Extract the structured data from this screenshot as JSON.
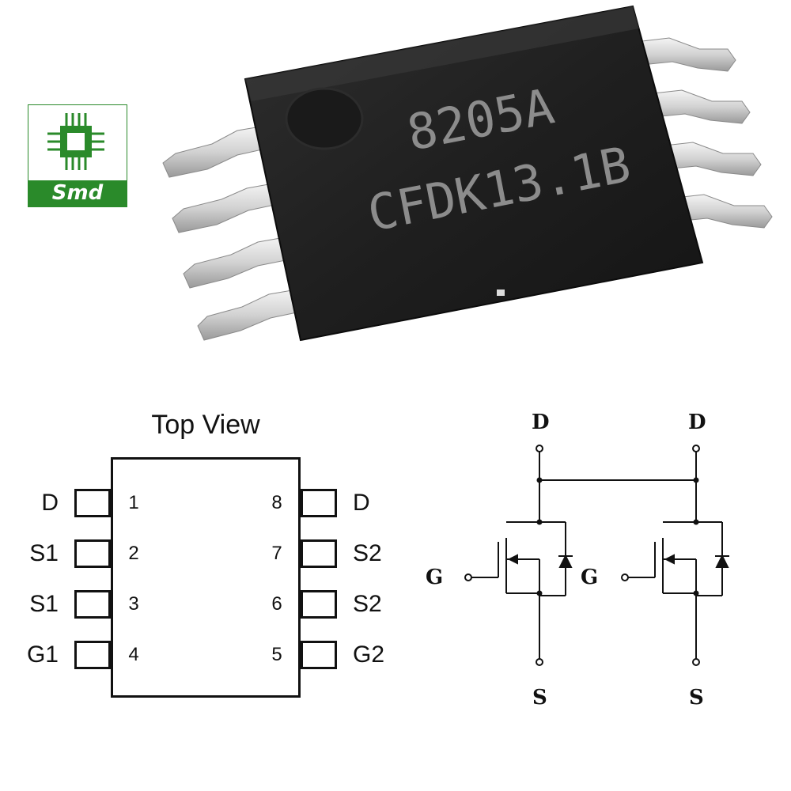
{
  "chip": {
    "marking_line1": "8205A",
    "marking_line2": "CFDK13.1B"
  },
  "logo": {
    "text": "Smd",
    "color": "#2a8a2a"
  },
  "top_view": {
    "title": "Top View",
    "left_pins": [
      {
        "num": "1",
        "label": "D"
      },
      {
        "num": "2",
        "label": "S1"
      },
      {
        "num": "3",
        "label": "S1"
      },
      {
        "num": "4",
        "label": "G1"
      }
    ],
    "right_pins": [
      {
        "num": "8",
        "label": "D"
      },
      {
        "num": "7",
        "label": "S2"
      },
      {
        "num": "6",
        "label": "S2"
      },
      {
        "num": "5",
        "label": "G2"
      }
    ]
  },
  "schematic": {
    "mosfets": [
      {
        "drain": "D",
        "gate": "G",
        "source": "S"
      },
      {
        "drain": "D",
        "gate": "G",
        "source": "S"
      }
    ]
  }
}
